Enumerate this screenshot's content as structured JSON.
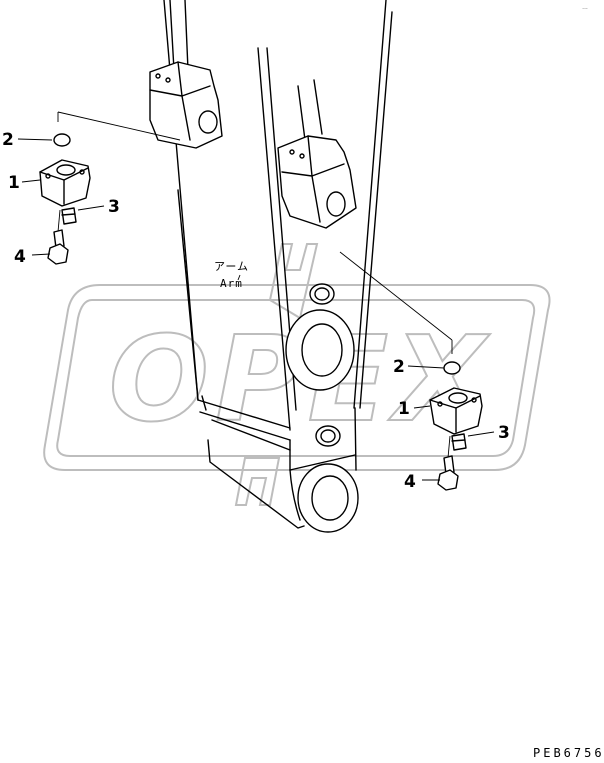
{
  "watermark": {
    "text": "OPEX"
  },
  "arm_label": {
    "japanese": "アーム",
    "english": "Arm"
  },
  "callouts": {
    "left": [
      "1",
      "2",
      "3",
      "4"
    ],
    "right": [
      "1",
      "2",
      "3",
      "4"
    ]
  },
  "drawing_code": "PEB6756",
  "corner_mark": "---"
}
